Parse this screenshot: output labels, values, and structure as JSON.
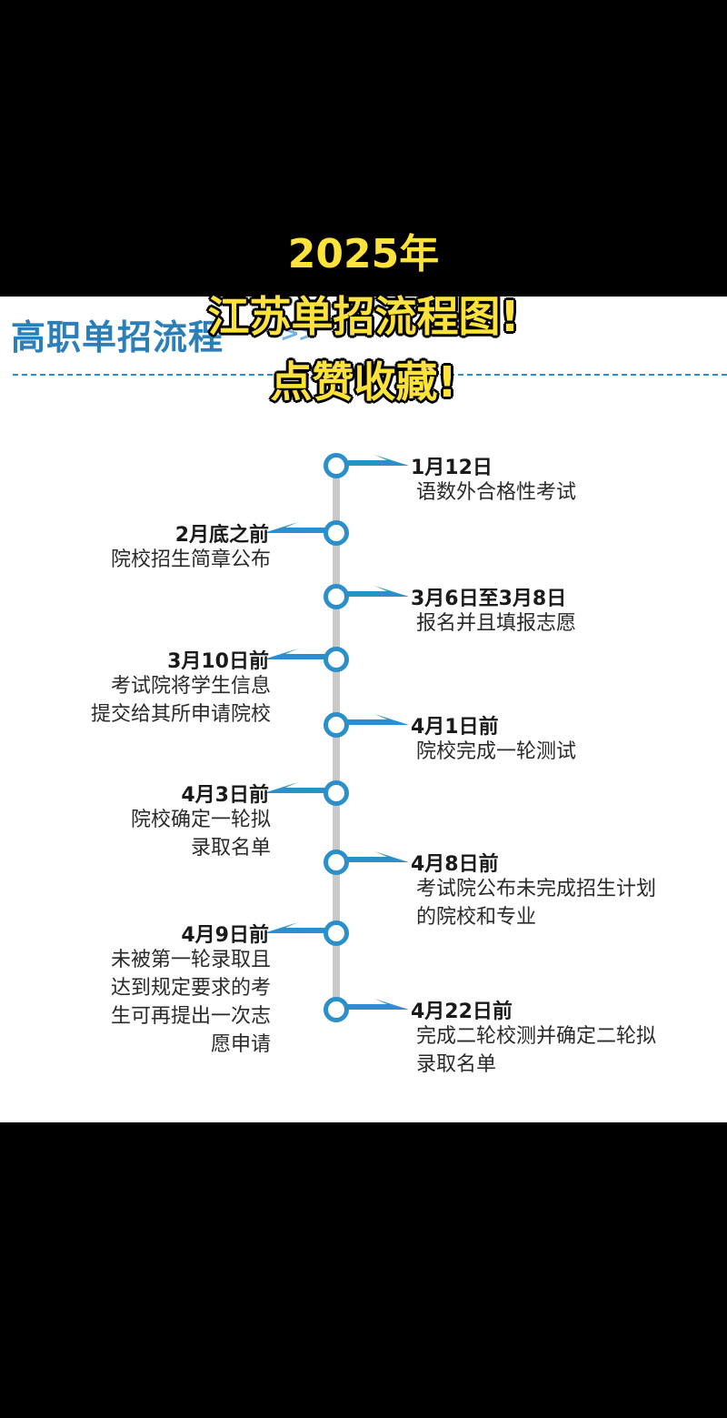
{
  "overlay": {
    "year": "2025年",
    "line1": "江苏单招流程图!",
    "line2": "点赞收藏!"
  },
  "section": {
    "title": "高职单招流程",
    "arrows": ">>"
  },
  "colors": {
    "accent": "#2b8fca",
    "title": "#2b7fb8",
    "overlay_text": "#fde23c",
    "timeline": "#c9c9c9"
  },
  "events": [
    {
      "date": "1月12日",
      "lines": [
        "语数外合格性考试"
      ]
    },
    {
      "date": "2月底之前",
      "lines": [
        "院校招生简章公布"
      ]
    },
    {
      "date": "3月6日至3月8日",
      "lines": [
        "报名并且填报志愿"
      ]
    },
    {
      "date": "3月10日前",
      "lines": [
        "考试院将学生信息",
        "提交给其所申请院校"
      ]
    },
    {
      "date": "4月1日前",
      "lines": [
        "院校完成一轮测试"
      ]
    },
    {
      "date": "4月3日前",
      "lines": [
        "院校确定一轮拟",
        "录取名单"
      ]
    },
    {
      "date": "4月8日前",
      "lines": [
        "考试院公布未完成招生计划",
        "的院校和专业"
      ]
    },
    {
      "date": "4月9日前",
      "lines": [
        "未被第一轮录取且",
        "达到规定要求的考",
        "生可再提出一次志",
        "愿申请"
      ]
    },
    {
      "date": "4月22日前",
      "lines": [
        "完成二轮校测并确定二轮拟",
        "录取名单"
      ]
    }
  ]
}
